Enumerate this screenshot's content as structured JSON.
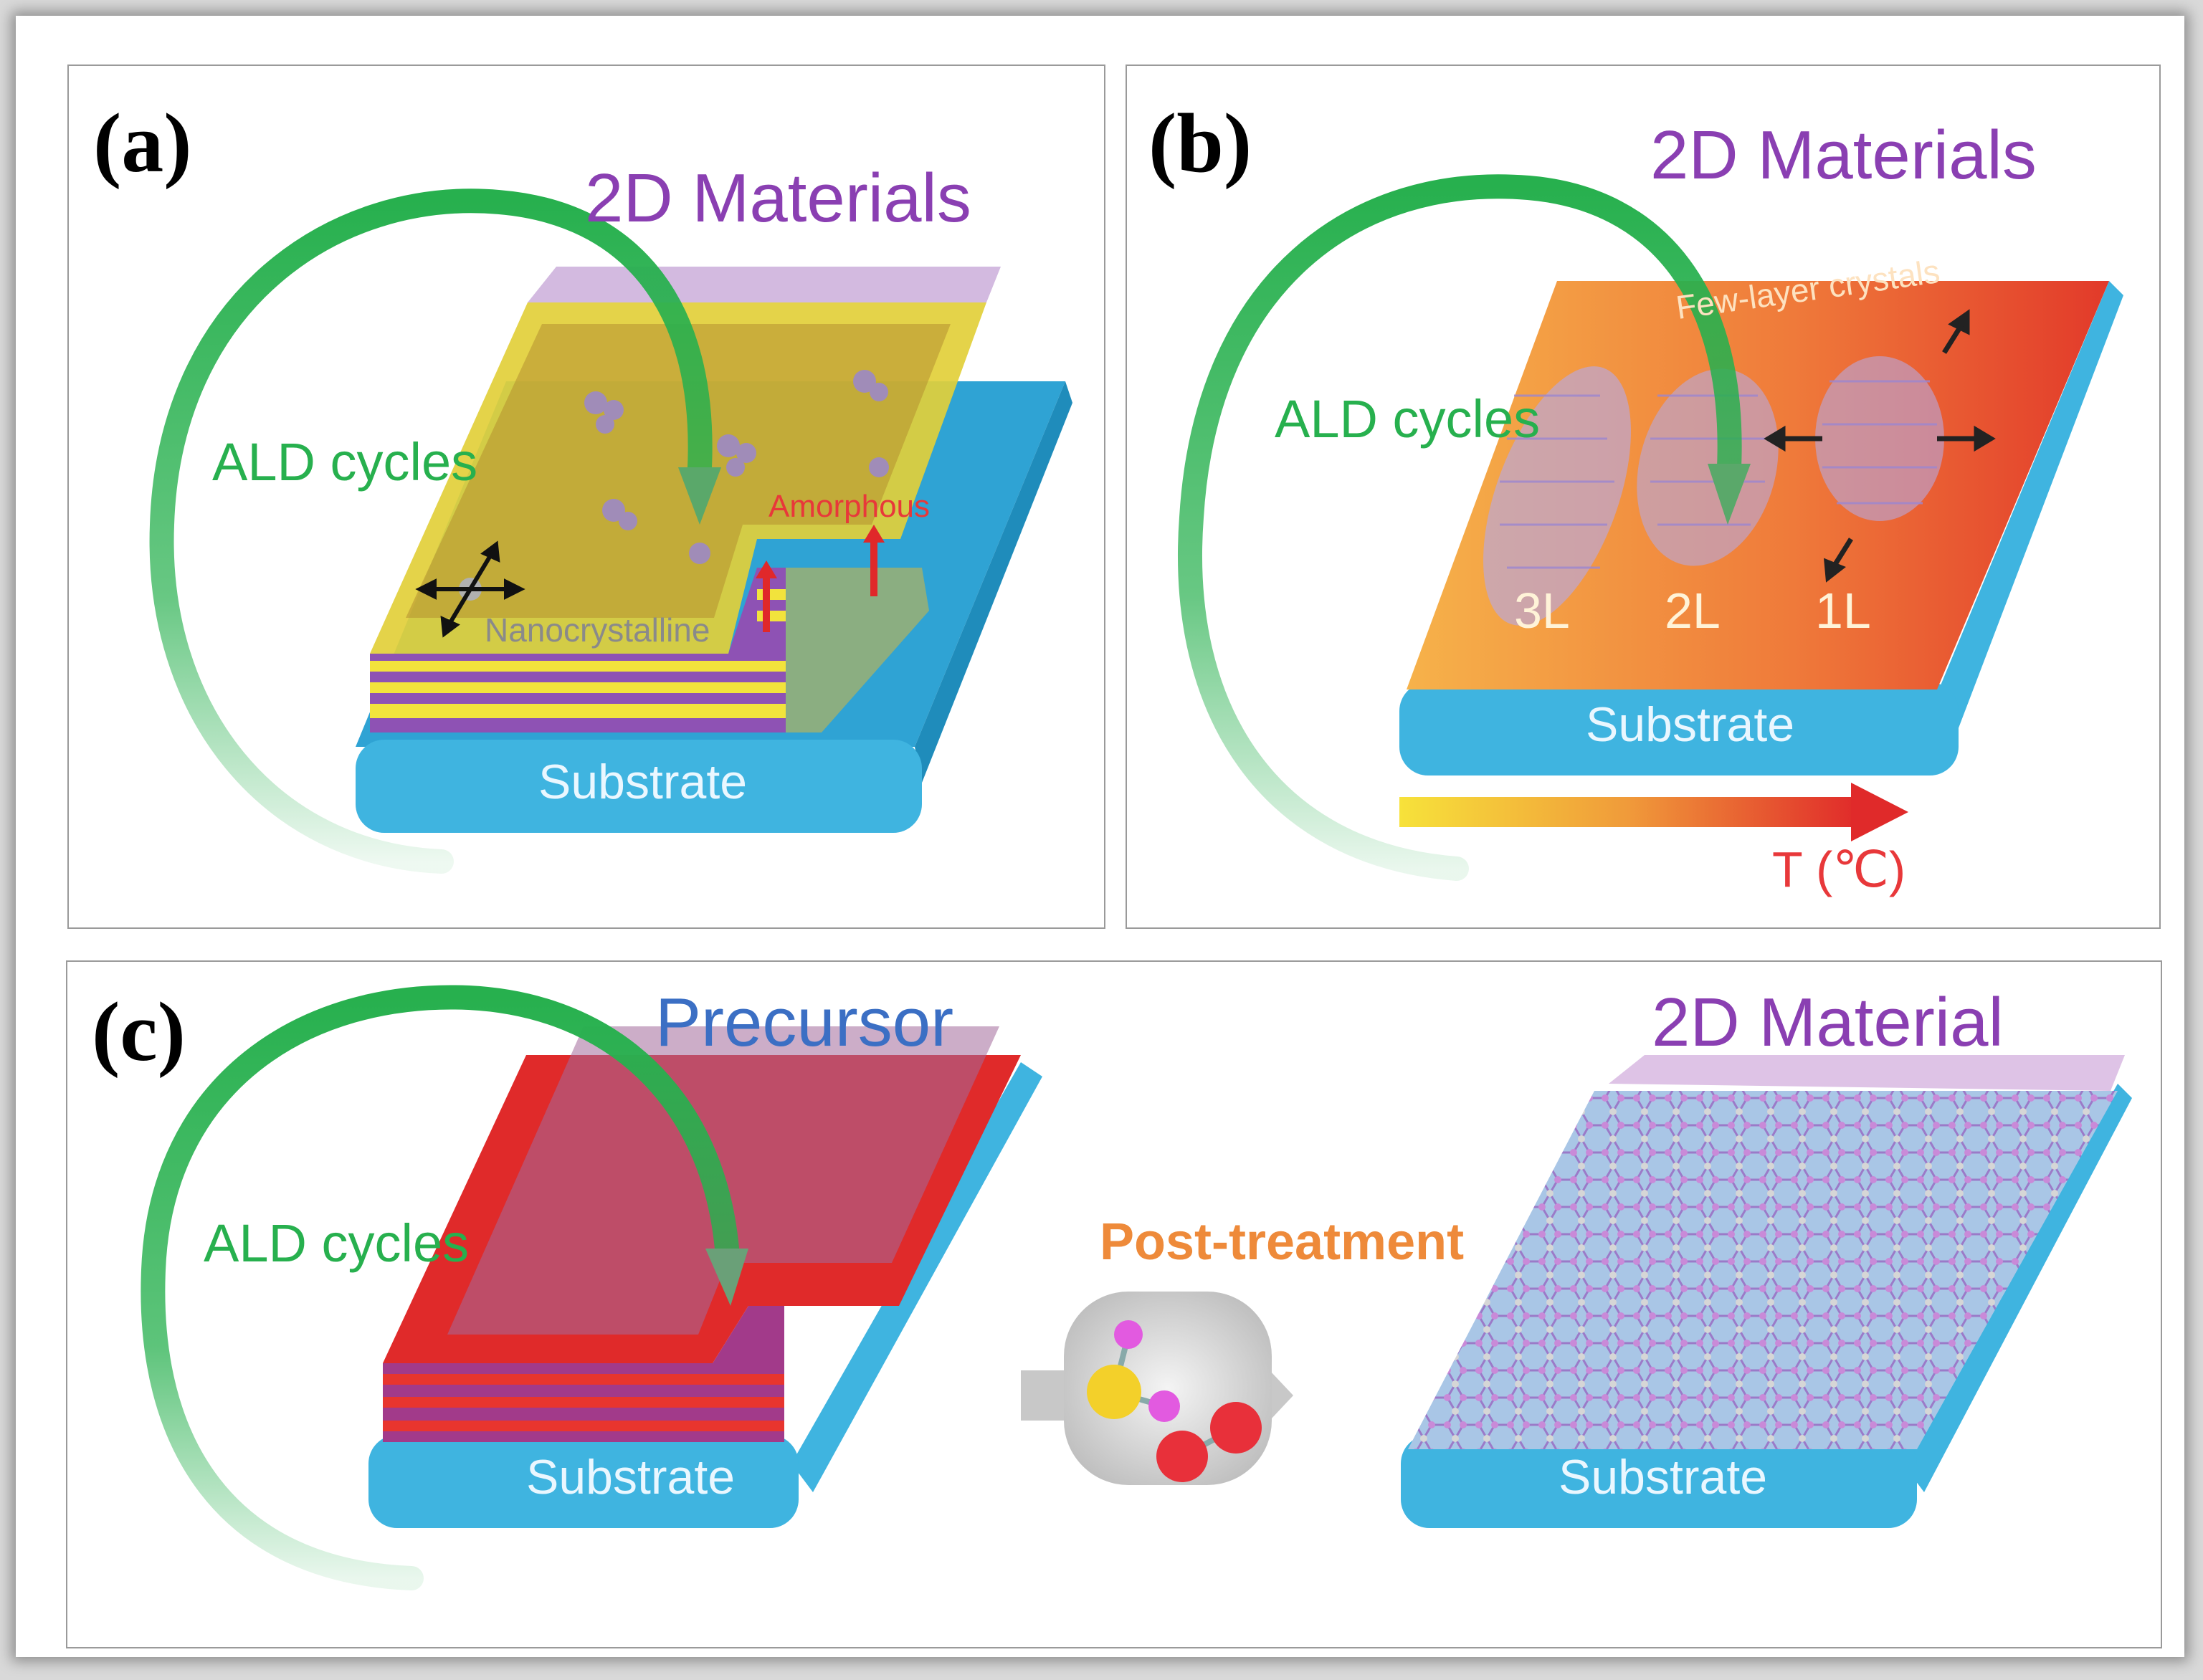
{
  "panels": {
    "a": {
      "label": "(a)",
      "title": "2D Materials",
      "cycle_label": "ALD cycles",
      "nanocrystalline": "Nanocrystalline",
      "amorphous": "Amorphous",
      "substrate": "Substrate"
    },
    "b": {
      "label": "(b)",
      "title": "2D Materials",
      "cycle_label": "ALD cycles",
      "few_layer": "Few-layer crystals",
      "layers": [
        "3L",
        "2L",
        "1L"
      ],
      "substrate": "Substrate",
      "temperature": "T (℃)"
    },
    "c": {
      "label": "(c)",
      "precursor": "Precursor",
      "material": "2D Material",
      "cycle_label": "ALD cycles",
      "post_treatment": "Post-treatment",
      "substrate_left": "Substrate",
      "substrate_right": "Substrate"
    }
  },
  "colors": {
    "arrow_green": "#27b04e",
    "substrate_blue": "#3fb4e0",
    "purple_text": "#8a3fb2",
    "blue_text": "#3b6fc4",
    "film_yellow": "#e8dc3a",
    "film_red": "#e02a2a",
    "orange_text": "#ee8a3a"
  }
}
